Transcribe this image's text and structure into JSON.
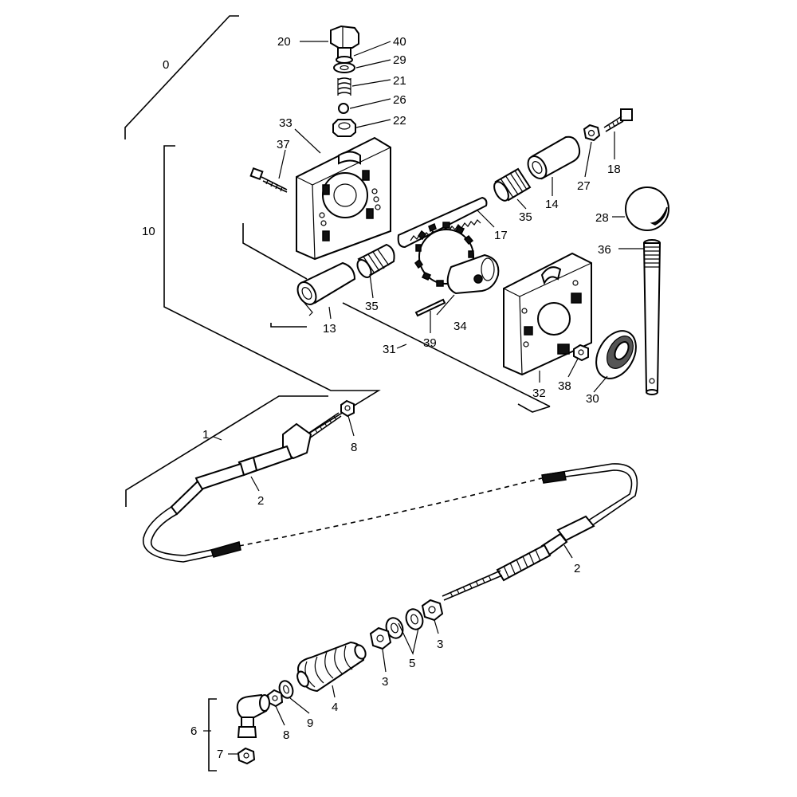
{
  "callouts": {
    "c0": "0",
    "c10": "10",
    "c20": "20",
    "c40": "40",
    "c29": "29",
    "c21": "21",
    "c26": "26",
    "c22": "22",
    "c33": "33",
    "c37": "37",
    "c18": "18",
    "c27": "27",
    "c14": "14",
    "c35a": "35",
    "c17": "17",
    "c28": "28",
    "c36": "36",
    "c35b": "35",
    "c13": "13",
    "c34": "34",
    "c39": "39",
    "c31": "31",
    "c32": "32",
    "c38": "38",
    "c30": "30",
    "c1": "1",
    "c8a": "8",
    "c2a": "2",
    "c2b": "2",
    "c3a": "3",
    "c3b": "3",
    "c5": "5",
    "c4": "4",
    "c9": "9",
    "c8b": "8",
    "c6": "6",
    "c7": "7"
  }
}
